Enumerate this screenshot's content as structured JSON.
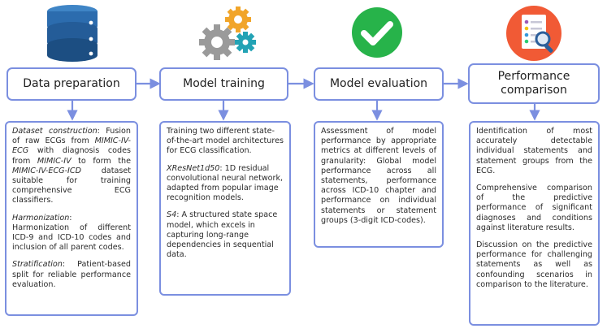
{
  "stages": [
    {
      "label": "Data preparation"
    },
    {
      "label": "Model training"
    },
    {
      "label": "Model evaluation"
    },
    {
      "label": "Performance comparison"
    }
  ],
  "icons": [
    "database-icon",
    "gears-icon",
    "check-circle-icon",
    "report-magnifier-icon"
  ],
  "colors": {
    "border": "#7b8fe0",
    "db": "#1f5a93",
    "gear_orange": "#f1a52a",
    "gear_teal": "#23a3b5",
    "gear_gray": "#9a9a9a",
    "check": "#27b34a",
    "report_bg": "#f15a35"
  },
  "cards": {
    "data_prep": {
      "p1_em": "Dataset construction",
      "p1_a": ": Fusion of raw ECGs from ",
      "p1_em2": "MIMIC-IV-ECG",
      "p1_b": " with diagnosis codes from ",
      "p1_em3": "MIMIC-IV",
      "p1_c": " to form the ",
      "p1_em4": "MIMIC-IV-ECG-ICD",
      "p1_d": " dataset suitable for training comprehensive ECG classifiers.",
      "p2_em": "Harmonization",
      "p2_a": ": Harmonization of different ICD-9 and ICD-10 codes and inclusion of all parent codes.",
      "p3_em": "Stratification",
      "p3_a": ": Patient-based split for reliable performance evaluation."
    },
    "training": {
      "p1": "Training two different state-of-the-art model architectures for ECG classification.",
      "p2_em": "XResNet1d50",
      "p2_a": ": 1D residual convolutional neural network, adapted from popular image recognition models.",
      "p3_em": "S4",
      "p3_a": ": A structured state space model, which excels in capturing long-range dependencies in sequential data."
    },
    "evaluation": {
      "p1": "Assessment of model performance by appropriate metrics at different levels of granularity: Global model performance across all statements, performance across ICD-10 chapter and performance on individual statements or statement groups (3-digit ICD-codes)."
    },
    "comparison": {
      "p1": "Identification of most accurately detectable individual statements and statement groups from the ECG.",
      "p2": "Comprehensive comparison of the predictive performance of significant diagnoses and conditions against literature results.",
      "p3": "Discussion on the predictive performance for challenging statements as well as confounding scenarios in comparison to the literature."
    }
  }
}
